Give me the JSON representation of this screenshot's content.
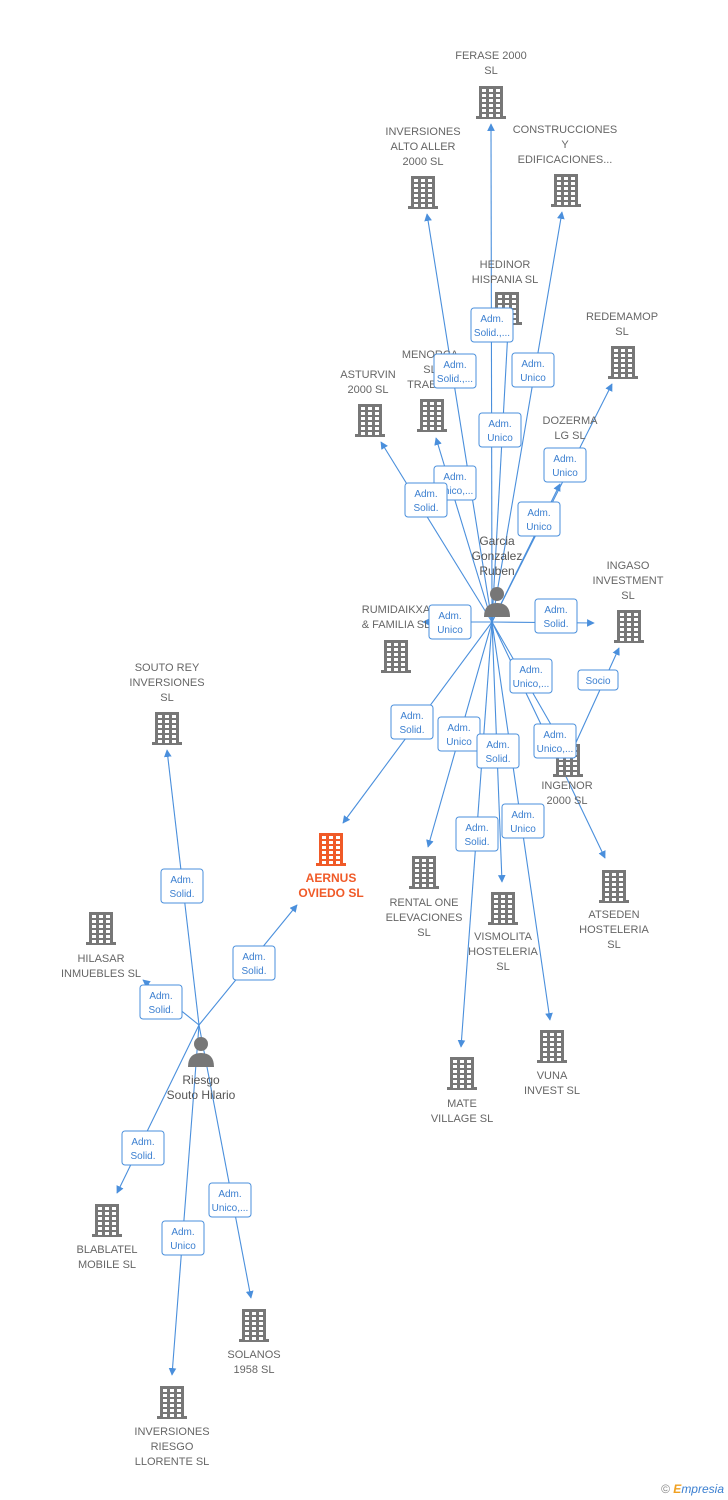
{
  "colors": {
    "edge": "#4a8fdc",
    "company": "#777777",
    "focus": "#f05a28",
    "person": "#777777"
  },
  "persons": [
    {
      "id": "garcia",
      "label": [
        "Garcia",
        "Gonzalez",
        "Ruben"
      ],
      "icon": "person-icon"
    },
    {
      "id": "riesgo",
      "label": [
        "Riesgo",
        "Souto Hilario"
      ],
      "icon": "person-icon"
    }
  ],
  "companies": [
    {
      "id": "ferase",
      "label": [
        "FERASE 2000",
        "SL"
      ]
    },
    {
      "id": "inv_alto_aller",
      "label": [
        "INVERSIONES",
        "ALTO ALLER",
        "2000  SL"
      ]
    },
    {
      "id": "construcciones",
      "label": [
        "CONSTRUCCIONES",
        "Y",
        "EDIFICACIONES..."
      ]
    },
    {
      "id": "hedinor",
      "label": [
        "HEDINOR",
        "HISPANIA  SL"
      ]
    },
    {
      "id": "redemamop",
      "label": [
        "REDEMAMOP",
        "SL"
      ]
    },
    {
      "id": "menorca",
      "label": [
        "MENORCA",
        "SL",
        "TRABA..."
      ]
    },
    {
      "id": "asturvin",
      "label": [
        "ASTURVIN",
        "2000  SL"
      ]
    },
    {
      "id": "dozerma",
      "label": [
        "DOZERMA",
        "LG  SL"
      ]
    },
    {
      "id": "ingaso",
      "label": [
        "INGASO",
        "INVESTMENT",
        "SL"
      ]
    },
    {
      "id": "rumidaikxa",
      "label": [
        "RUMIDAIKXA",
        "& FAMILIA  SL"
      ]
    },
    {
      "id": "souto_rey",
      "label": [
        "SOUTO REY",
        "INVERSIONES",
        "SL"
      ]
    },
    {
      "id": "ingenor",
      "label": [
        "INGENOR",
        "2000  SL"
      ]
    },
    {
      "id": "aernus",
      "label": [
        "AERNUS",
        "OVIEDO  SL"
      ],
      "focus": true
    },
    {
      "id": "rental_one",
      "label": [
        "RENTAL ONE",
        "ELEVACIONES",
        "SL"
      ]
    },
    {
      "id": "atseden",
      "label": [
        "ATSEDEN",
        "HOSTELERIA",
        "SL"
      ]
    },
    {
      "id": "vismolita",
      "label": [
        "VISMOLITA",
        "HOSTELERIA",
        "SL"
      ]
    },
    {
      "id": "hilasar",
      "label": [
        "HILASAR",
        "INMUEBLES  SL"
      ]
    },
    {
      "id": "vuna",
      "label": [
        "VUNA",
        "INVEST  SL"
      ]
    },
    {
      "id": "mate_village",
      "label": [
        "MATE",
        "VILLAGE  SL"
      ]
    },
    {
      "id": "blablatel",
      "label": [
        "BLABLATEL",
        "MOBILE  SL"
      ]
    },
    {
      "id": "solanos",
      "label": [
        "SOLANOS",
        "1958  SL"
      ]
    },
    {
      "id": "inv_riesgo",
      "label": [
        "INVERSIONES",
        "RIESGO",
        "LLORENTE  SL"
      ]
    }
  ],
  "edges": [
    {
      "from": "garcia",
      "to": "ferase",
      "label": [
        "Adm.",
        "Solid.,..."
      ]
    },
    {
      "from": "garcia",
      "to": "inv_alto_aller",
      "label": [
        "Adm.",
        "Solid.,..."
      ]
    },
    {
      "from": "garcia",
      "to": "construcciones",
      "label": [
        "Adm.",
        "Unico"
      ]
    },
    {
      "from": "garcia",
      "to": "hedinor",
      "label": [
        "Adm.",
        "Unico"
      ]
    },
    {
      "from": "garcia",
      "to": "redemamop",
      "label": [
        "Adm.",
        "Unico"
      ]
    },
    {
      "from": "garcia",
      "to": "menorca",
      "label": [
        "Adm.",
        "Unico,..."
      ]
    },
    {
      "from": "garcia",
      "to": "asturvin",
      "label": [
        "Adm.",
        "Solid."
      ]
    },
    {
      "from": "garcia",
      "to": "dozerma",
      "label": [
        "Adm.",
        "Unico"
      ]
    },
    {
      "from": "garcia",
      "to": "ingaso",
      "label": [
        "Adm.",
        "Solid."
      ]
    },
    {
      "from": "garcia",
      "to": "rumidaikxa",
      "label": [
        "Adm.",
        "Unico"
      ]
    },
    {
      "from": "garcia",
      "to": "ingenor",
      "label": [
        "Adm.",
        "Unico,..."
      ]
    },
    {
      "from": "garcia",
      "to": "atseden",
      "label": [
        "Adm.",
        "Unico,..."
      ]
    },
    {
      "from": "garcia",
      "to": "aernus",
      "label": [
        "Adm.",
        "Solid."
      ]
    },
    {
      "from": "garcia",
      "to": "rental_one",
      "label": [
        "Adm.",
        "Unico"
      ]
    },
    {
      "from": "garcia",
      "to": "vismolita",
      "label": [
        "Adm.",
        "Solid."
      ]
    },
    {
      "from": "garcia",
      "to": "mate_village",
      "label": [
        "Adm.",
        "Solid."
      ]
    },
    {
      "from": "garcia",
      "to": "vuna",
      "label": [
        "Adm.",
        "Unico"
      ]
    },
    {
      "from": "ingenor",
      "to": "ingaso",
      "label": [
        "Socio"
      ]
    },
    {
      "from": "riesgo",
      "to": "souto_rey",
      "label": [
        "Adm.",
        "Solid."
      ]
    },
    {
      "from": "riesgo",
      "to": "aernus",
      "label": [
        "Adm.",
        "Solid."
      ]
    },
    {
      "from": "riesgo",
      "to": "hilasar",
      "label": [
        "Adm.",
        "Solid."
      ]
    },
    {
      "from": "riesgo",
      "to": "blablatel",
      "label": [
        "Adm.",
        "Solid."
      ]
    },
    {
      "from": "riesgo",
      "to": "solanos",
      "label": [
        "Adm.",
        "Unico,..."
      ]
    },
    {
      "from": "riesgo",
      "to": "inv_riesgo",
      "label": [
        "Adm.",
        "Unico"
      ]
    }
  ],
  "footer": {
    "copyright": "©",
    "brand_initial": "E",
    "brand_rest": "mpresia"
  }
}
